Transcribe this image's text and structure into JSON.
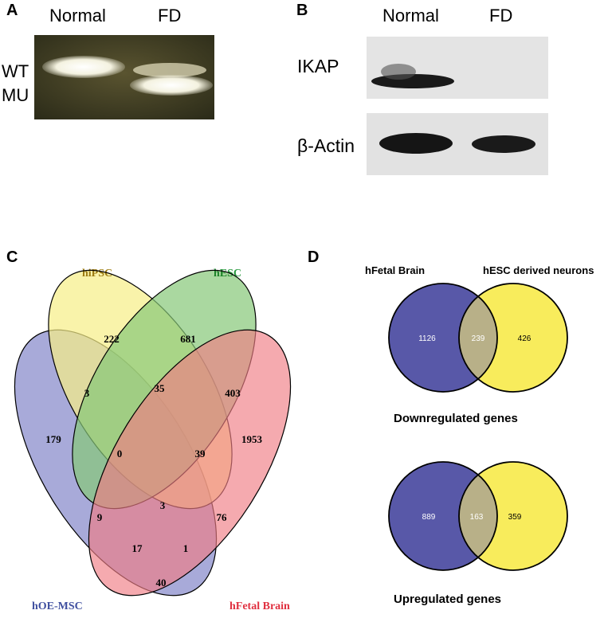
{
  "panel_a": {
    "label": "A",
    "lanes": [
      "Normal",
      "FD"
    ],
    "rows": [
      "WT",
      "MU"
    ]
  },
  "panel_b": {
    "label": "B",
    "lanes": [
      "Normal",
      "FD"
    ],
    "rows": [
      "IKAP",
      "β-Actin"
    ]
  },
  "panel_c": {
    "label": "C",
    "sets": {
      "hiPSC": "hiPSC",
      "hESC": "hESC",
      "hOE_MSC": "hOE-MSC",
      "hFetal": "hFetal Brain"
    },
    "colors": {
      "hiPSC": "#e8c020",
      "hESC": "#2a9a40",
      "hOE_MSC": "#4050a0",
      "hFetal": "#e03040"
    },
    "regions": {
      "hiPSC_only": "222",
      "hESC_only": "681",
      "hOE_only": "179",
      "hFetal_only": "1953",
      "hiPSC_hOE": "3",
      "hiPSC_hESC": "35",
      "hESC_hFetal": "403",
      "hiPSC_hESC_hOE": "0",
      "hiPSC_hESC_hFetal": "39",
      "hOE_hESC": "9",
      "all_four": "3",
      "hiPSC_hFetal": "76",
      "hOE_hESC_hFetal": "17",
      "hiPSC_hOE_hFetal": "1",
      "hOE_hFetal": "40"
    }
  },
  "panel_d": {
    "label": "D",
    "set_titles": [
      "hFetal Brain",
      "hESC derived neurons"
    ],
    "down": {
      "caption": "Downregulated genes",
      "left": "1126",
      "overlap": "239",
      "right": "426"
    },
    "up": {
      "caption": "Upregulated genes",
      "left": "889",
      "overlap": "163",
      "right": "359"
    },
    "colors": {
      "left": "#5858a8",
      "right": "#f8ec5c",
      "overlap": "#b8b088"
    }
  }
}
